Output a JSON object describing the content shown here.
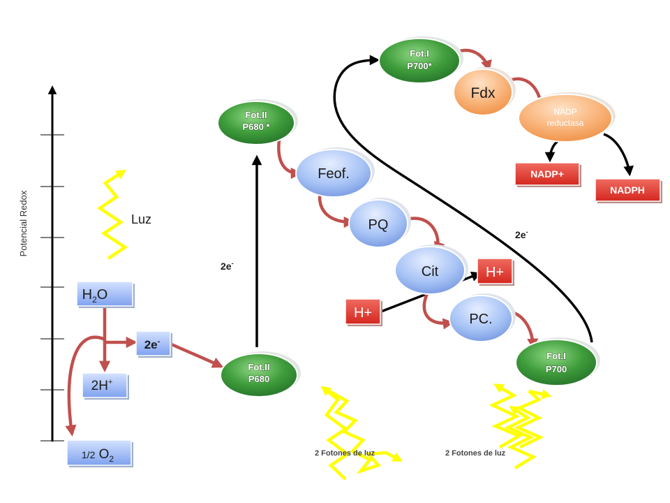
{
  "axis": {
    "label": "Potencial Redox"
  },
  "light": {
    "luz": "Luz",
    "photons_1": "2 Fotones de luz",
    "photons_2": "2 Fotones de luz"
  },
  "water": {
    "h2o": {
      "a": "H",
      "sub": "2",
      "b": "O"
    },
    "h_plus": {
      "a": "2H",
      "sup": "+"
    },
    "o2": {
      "frac": "1/2",
      "a": " O",
      "sub": "2"
    },
    "electrons": {
      "a": "2e",
      "sup": "-"
    }
  },
  "fot2": {
    "ground": {
      "l1": "Fot.II",
      "l2": "P680"
    },
    "excited": {
      "l1": "Fot.II",
      "l2": "P680 *"
    }
  },
  "fot1": {
    "ground": {
      "l1": "Fot.I",
      "l2": "P700"
    },
    "excited": {
      "l1": "Fot.I",
      "l2": "P700*"
    }
  },
  "carriers": {
    "feof": "Feof.",
    "pq": "PQ",
    "cit": "Cit",
    "pc": "PC.",
    "fdx": "Fdx",
    "nadp_red_1": "NADP",
    "nadp_red_2": "reductasa"
  },
  "protons": {
    "h_left": "H+",
    "h_right": "H+"
  },
  "products": {
    "nadp": "NADP+",
    "nadph": "NADPH"
  },
  "electron_labels": {
    "left": {
      "a": "2e",
      "sup": "-"
    },
    "right": {
      "a": "2e",
      "sup": "-"
    }
  },
  "colors": {
    "green": "#3a9a3a",
    "blue": "#8fb0f0",
    "orange": "#f6a35c",
    "red": "#e03530",
    "arrow_red": "#c0504d",
    "zigzag": "#ffff00"
  }
}
